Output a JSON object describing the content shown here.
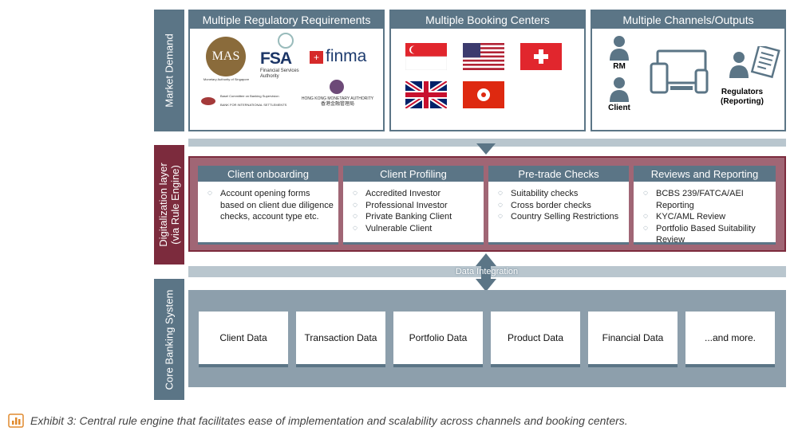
{
  "side_labels": {
    "market": "Market Demand",
    "digital_line1": "Digitalization layer",
    "digital_line2": "(via Rule Engine)",
    "core": "Core Banking System"
  },
  "panels": {
    "regulatory": "Multiple Regulatory Requirements",
    "booking": "Multiple Booking Centers",
    "channels": "Multiple Channels/Outputs"
  },
  "regulators": {
    "mas": "MAS",
    "mas_sub": "Monetary Authority of Singapore",
    "fsa": "FSA",
    "fsa_sub": "Financial Services Authority",
    "finma": "finma",
    "bcbs_sub": "Basel Committee on Banking Supervision",
    "bis_sub": "BANK FOR INTERNATIONAL SETTLEMENTS",
    "hkma": "HONG KONG MONETARY AUTHORITY",
    "hkma_cn": "香港金融管理局"
  },
  "channels": {
    "rm": "RM",
    "client": "Client",
    "regulators": "Regulators",
    "reporting": "(Reporting)"
  },
  "layer_cards": [
    {
      "title": "Client onboarding",
      "items": [
        "Account opening forms based on client due diligence checks, account type etc."
      ]
    },
    {
      "title": "Client Profiling",
      "items": [
        "Accredited Investor",
        "Professional Investor",
        "Private Banking Client",
        "Vulnerable Client"
      ]
    },
    {
      "title": "Pre-trade Checks",
      "items": [
        "Suitability checks",
        "Cross border checks",
        "Country Selling Restrictions"
      ]
    },
    {
      "title": "Reviews and Reporting",
      "items": [
        "BCBS 239/FATCA/AEI Reporting",
        "KYC/AML Review",
        "Portfolio Based Suitability Review"
      ]
    }
  ],
  "data_integration": "Data Integration",
  "core_boxes": [
    "Client Data",
    "Transaction Data",
    "Portfolio Data",
    "Product Data",
    "Financial Data",
    "...and more."
  ],
  "caption": "Exhibit 3: Central rule engine that facilitates ease of implementation and scalability across channels and booking centers.",
  "colors": {
    "slate": "#5b7586",
    "maroon": "#7c2b3d",
    "light_bar": "#b9c6ce"
  }
}
